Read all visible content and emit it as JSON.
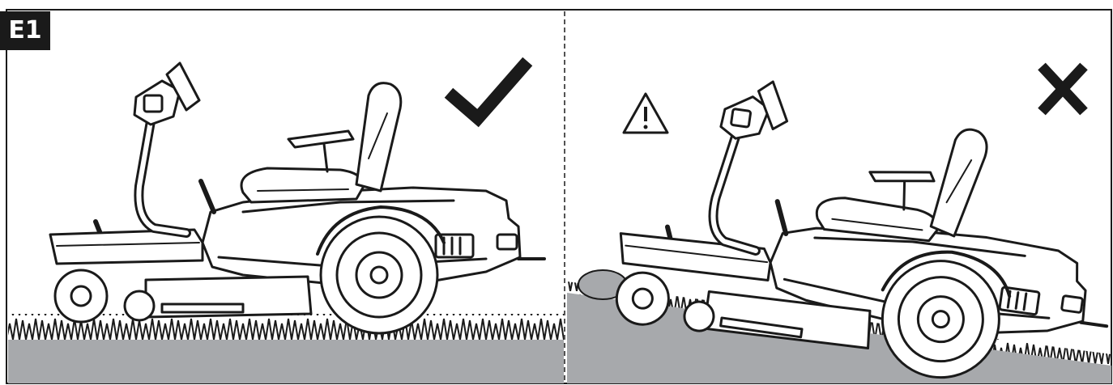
{
  "figure": {
    "label": "E1",
    "left_panel": {
      "verdict": "correct",
      "verdict_icon": "checkmark-icon",
      "ground": "flat"
    },
    "right_panel": {
      "verdict": "incorrect",
      "verdict_icon": "cross-icon",
      "warning_icon": "warning-triangle-icon",
      "ground": "slope",
      "obstacle": "rocks"
    }
  },
  "colors": {
    "ground": "#a7a9ac",
    "line": "#1a1a1a",
    "background": "#ffffff"
  }
}
